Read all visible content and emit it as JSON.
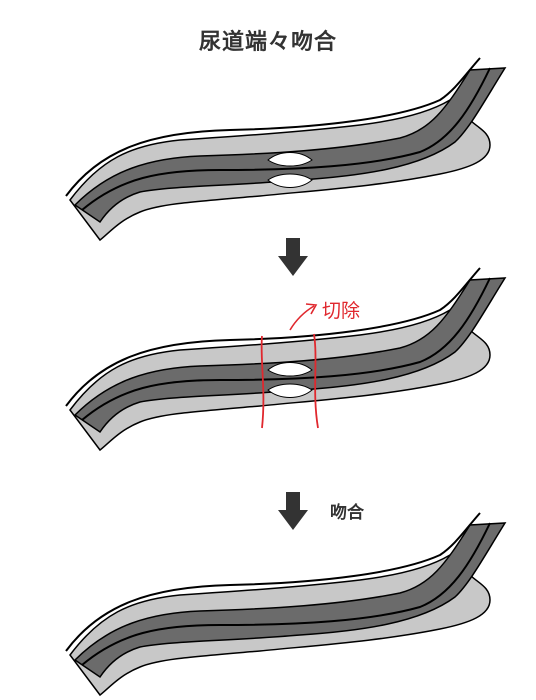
{
  "title": "尿道端々吻合",
  "cut_label": "切除",
  "anastomosis_label": "吻合",
  "colors": {
    "outer_tissue": "#c8c8c8",
    "lumen": "#6b6b6b",
    "outline": "#000000",
    "cut_line": "#e0282e",
    "arrow": "#333333"
  }
}
